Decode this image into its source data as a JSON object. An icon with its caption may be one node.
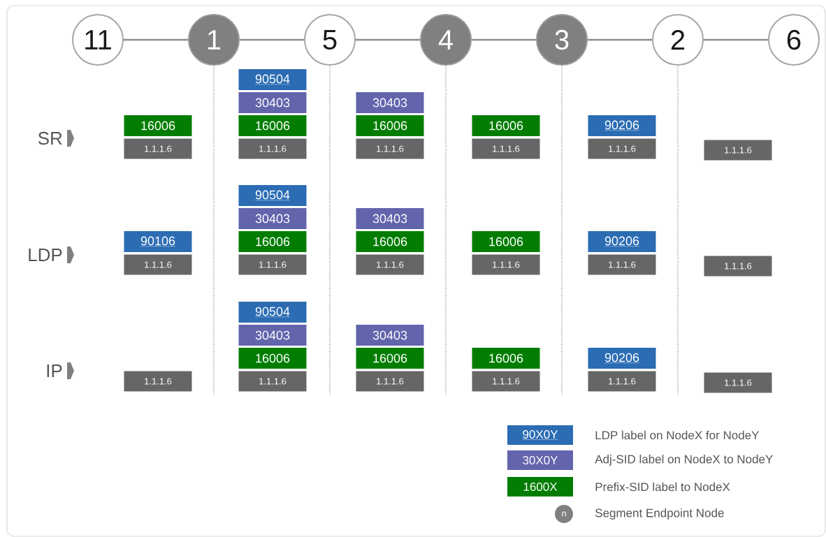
{
  "diagram": {
    "nodes": [
      {
        "text": [
          "11"
        ]
      },
      {
        "text": [
          "1"
        ]
      },
      {
        "text": [
          "5"
        ]
      },
      {
        "text": [
          "4"
        ]
      },
      {
        "text": [
          "3"
        ]
      },
      {
        "text": [
          "2"
        ]
      },
      {
        "text": [
          "6"
        ]
      },
      {
        "text": [
          "16006"
        ]
      },
      {
        "text": [
          "1.1.1.6"
        ]
      },
      {
        "text": [
          "90504"
        ]
      },
      {
        "text": [
          "30403"
        ]
      },
      {
        "text": [
          "16006"
        ]
      },
      {
        "text": [
          "1.1.1.6"
        ]
      },
      {
        "text": [
          "30403"
        ]
      },
      {
        "text": [
          "16006"
        ]
      },
      {
        "text": [
          "1.1.1.6"
        ]
      },
      {
        "text": [
          "16006"
        ]
      },
      {
        "text": [
          "1.1.1.6"
        ]
      },
      {
        "text": [
          "90206"
        ]
      },
      {
        "text": [
          "1.1.1.6"
        ]
      },
      {
        "text": [
          "1.1.1.6"
        ]
      },
      {
        "text": [
          "90106"
        ]
      },
      {
        "text": [
          "1.1.1.6"
        ]
      },
      {
        "text": [
          "90504"
        ]
      },
      {
        "text": [
          "30403"
        ]
      },
      {
        "text": [
          "16006"
        ]
      },
      {
        "text": [
          "1.1.1.6"
        ]
      },
      {
        "text": [
          "30403"
        ]
      },
      {
        "text": [
          "16006"
        ]
      },
      {
        "text": [
          "1.1.1.6"
        ]
      },
      {
        "text": [
          "16006"
        ]
      },
      {
        "text": [
          "1.1.1.6"
        ]
      },
      {
        "text": [
          "90206"
        ]
      },
      {
        "text": [
          "1.1.1.6"
        ]
      },
      {
        "text": [
          "1.1.1.6"
        ]
      },
      {
        "text": [
          "1.1.1.6"
        ]
      },
      {
        "text": [
          "90504"
        ]
      },
      {
        "text": [
          "30403"
        ]
      },
      {
        "text": [
          "16006"
        ]
      },
      {
        "text": [
          "1.1.1.6"
        ]
      },
      {
        "text": [
          "30403"
        ]
      },
      {
        "text": [
          "16006"
        ]
      },
      {
        "text": [
          "1.1.1.6"
        ]
      },
      {
        "text": [
          "16006"
        ]
      },
      {
        "text": [
          "1.1.1.6"
        ]
      },
      {
        "text": [
          "90206"
        ]
      },
      {
        "text": [
          "1.1.1.6"
        ]
      },
      {
        "text": [
          "1.1.1.6"
        ]
      }
    ],
    "edges": [
      {
        "from": 0,
        "to": 1,
        "arrow": "none"
      },
      {
        "from": 1,
        "to": 2,
        "arrow": "none"
      },
      {
        "from": 2,
        "to": 3,
        "arrow": "none"
      },
      {
        "from": 3,
        "to": 4,
        "arrow": "none"
      },
      {
        "from": 4,
        "to": 5,
        "arrow": "none"
      },
      {
        "from": 5,
        "to": 6,
        "arrow": "none"
      }
    ],
    "labels": [
      "SR",
      "LDP",
      "IP",
      "90X0Y",
      "30X0Y",
      "1600X",
      "n"
    ],
    "legend": [
      {
        "text": "LDP label on NodeX for NodeY",
        "color": "#2b6cb3"
      },
      {
        "text": "Adj-SID label on NodeX to NodeY",
        "color": "#6264ac"
      },
      {
        "text": "Prefix-SID label to NodeX",
        "color": "#027d02"
      },
      {
        "text": "Segment Endpoint Node"
      }
    ]
  }
}
